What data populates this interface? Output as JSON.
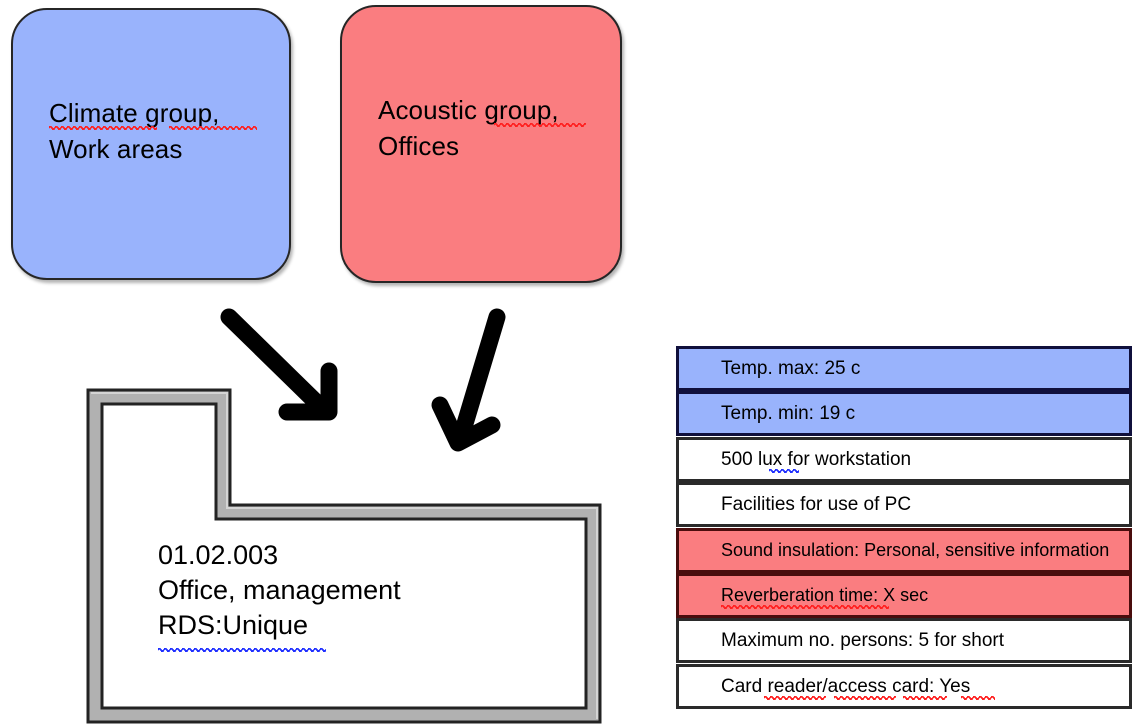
{
  "diagram": {
    "groups": [
      {
        "id": "climate",
        "label": "Climate group,\nWork areas",
        "color": "#99b3fc"
      },
      {
        "id": "acoustic",
        "label": "Acoustic group,\nOffices",
        "color": "#fa7d80"
      }
    ],
    "room": {
      "number": "01.02.003",
      "name": "Office, management",
      "rds": "RDS:Unique",
      "text": "01.02.003\nOffice, management\nRDS:Unique",
      "wall_color": "#b0b0b0",
      "wall_outline_color": "#2b2b2b"
    },
    "arrows": {
      "count": 2,
      "color": "#000000",
      "left_arrow_name": "arrow-climate-to-room",
      "right_arrow_name": "arrow-acoustic-to-room"
    },
    "requirements_table": {
      "rows": [
        {
          "text": "Temp. max: 25 c",
          "tone": "blue"
        },
        {
          "text": "Temp. min: 19 c",
          "tone": "blue"
        },
        {
          "text": "500 lux for workstation",
          "tone": "white"
        },
        {
          "text": "Facilities for use of PC",
          "tone": "white"
        },
        {
          "text": "Sound insulation: Personal, sensitive information",
          "tone": "red"
        },
        {
          "text": "Reverberation time: X sec",
          "tone": "red"
        },
        {
          "text": "Maximum  no.  persons:  5  for  short",
          "tone": "white"
        },
        {
          "text": "Card reader/access card: Yes",
          "tone": "white"
        }
      ]
    }
  }
}
